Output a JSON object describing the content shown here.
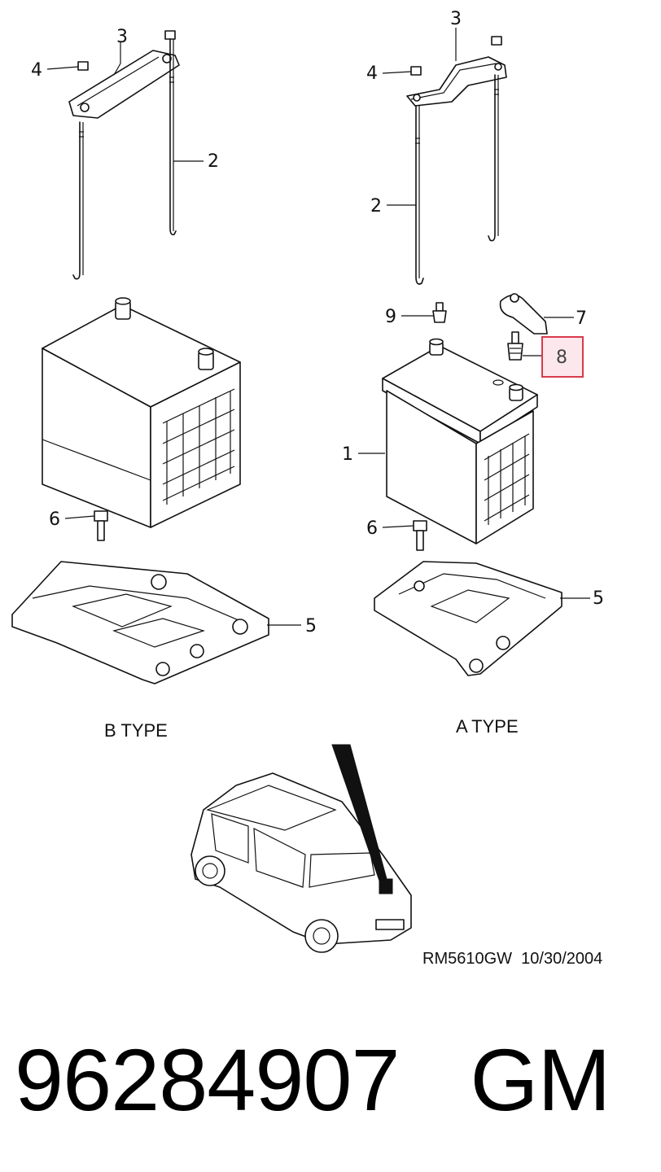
{
  "diagram": {
    "callouts": {
      "b_3": "3",
      "b_4": "4",
      "b_2": "2",
      "b_6": "6",
      "b_5": "5",
      "a_3": "3",
      "a_4": "4",
      "a_2": "2",
      "a_9": "9",
      "a_7": "7",
      "a_8": "8",
      "a_1": "1",
      "a_6": "6",
      "a_5": "5"
    },
    "highlighted_callout": "8",
    "highlight_color": "#d93a4a",
    "captions": {
      "b_type": "B TYPE",
      "a_type": "A TYPE"
    },
    "reference": "RM5610GW  10/30/2004"
  },
  "part_line": {
    "number": "96284907",
    "brand": "GM"
  }
}
